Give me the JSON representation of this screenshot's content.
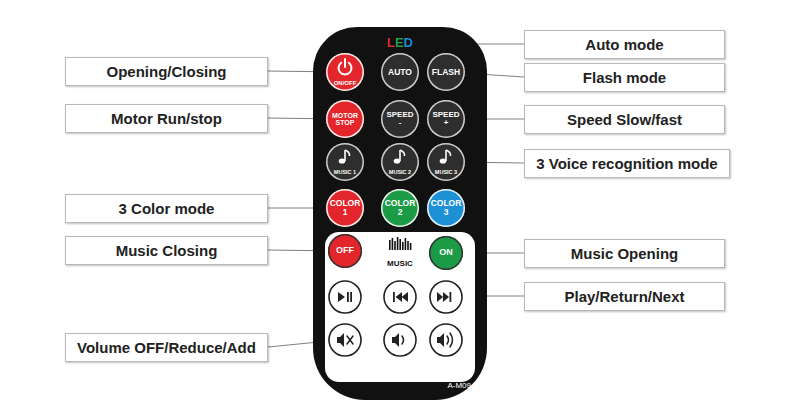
{
  "diagram": {
    "nodes": [
      {
        "text": [
          "LED",
          "A-M09"
        ]
      },
      {
        "text": [
          "ON/OFF"
        ],
        "in": 0
      },
      {
        "text": [
          "AUTO"
        ],
        "in": 0
      },
      {
        "text": [
          "FLASH"
        ],
        "in": 0
      },
      {
        "text": [
          "MOTOR STOP"
        ],
        "in": 0
      },
      {
        "text": [
          "SPEED -"
        ],
        "in": 0
      },
      {
        "text": [
          "SPEED +"
        ],
        "in": 0
      },
      {
        "text": [
          "MUSIC 1"
        ],
        "in": 0
      },
      {
        "text": [
          "MUSIC 2"
        ],
        "in": 0
      },
      {
        "text": [
          "MUSIC 3"
        ],
        "in": 0
      },
      {
        "text": [
          "COLOR 1"
        ],
        "in": 0
      },
      {
        "text": [
          "COLOR 2"
        ],
        "in": 0
      },
      {
        "text": [
          "COLOR 3"
        ],
        "in": 0
      },
      {
        "text": [
          "MUSIC"
        ],
        "in": 0
      },
      {
        "text": [
          "OFF"
        ],
        "in": 13
      },
      {
        "text": [
          "ON"
        ],
        "in": 13
      },
      {
        "text": [
          "Auto mode"
        ]
      },
      {
        "text": [
          "Opening/Closing"
        ]
      },
      {
        "text": [
          "Flash mode"
        ]
      },
      {
        "text": [
          "Motor Run/stop"
        ]
      },
      {
        "text": [
          "Speed Slow/fast"
        ]
      },
      {
        "text": [
          "3 Voice recognition mode"
        ]
      },
      {
        "text": [
          "3 Color mode"
        ]
      },
      {
        "text": [
          "Music Closing"
        ]
      },
      {
        "text": [
          "Music Opening"
        ]
      },
      {
        "text": [
          "Play/Return/Next"
        ]
      },
      {
        "text": [
          "Volume OFF/Reduce/Add"
        ]
      }
    ],
    "edges": [
      {
        "from": 16,
        "to": 2,
        "arrow": "none"
      },
      {
        "from": 17,
        "to": 1,
        "arrow": "none"
      },
      {
        "from": 18,
        "to": 3,
        "arrow": "none"
      },
      {
        "from": 19,
        "to": 4,
        "arrow": "none"
      },
      {
        "from": 20,
        "to": 6,
        "arrow": "none"
      },
      {
        "from": 21,
        "to": 9,
        "arrow": "none"
      },
      {
        "from": 22,
        "to": 10,
        "arrow": "none"
      },
      {
        "from": 23,
        "to": 14,
        "arrow": "none"
      },
      {
        "from": 24,
        "to": 15,
        "arrow": "none"
      }
    ]
  }
}
